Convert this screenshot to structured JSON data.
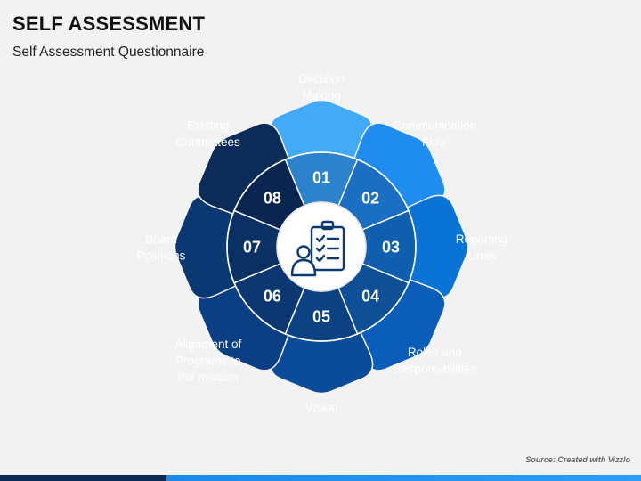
{
  "header": {
    "title": "SELF ASSESSMENT",
    "subtitle": "Self Assessment Questionnaire"
  },
  "footer": {
    "source": "Source: Created with Vizzlo"
  },
  "center": {
    "icon": "clipboard-person-icon"
  },
  "items": [
    {
      "number": "01",
      "label_lines": [
        "Decision",
        "Making"
      ],
      "color": "#42aaf7",
      "segment_color": "#2c83cc"
    },
    {
      "number": "02",
      "label_lines": [
        "Communication",
        "Flow"
      ],
      "color": "#1f8cf0",
      "segment_color": "#1b6fc2"
    },
    {
      "number": "03",
      "label_lines": [
        "Reporting",
        "Lines"
      ],
      "color": "#0a74d6",
      "segment_color": "#105fae"
    },
    {
      "number": "04",
      "label_lines": [
        "Roles and",
        "Responsibilities"
      ],
      "color": "#0a5db8",
      "segment_color": "#0e4f96"
    },
    {
      "number": "05",
      "label_lines": [
        "Vision"
      ],
      "color": "#0a4c9a",
      "segment_color": "#0c4282"
    },
    {
      "number": "06",
      "label_lines": [
        "Alignment of",
        "Programs to",
        "the mission"
      ],
      "color": "#0b3f83",
      "segment_color": "#0c3771"
    },
    {
      "number": "07",
      "label_lines": [
        "Board",
        "Positions"
      ],
      "color": "#0a3873",
      "segment_color": "#0b3064"
    },
    {
      "number": "08",
      "label_lines": [
        "Existing",
        "Committees"
      ],
      "color": "#0b2b58",
      "segment_color": "#0a2650"
    }
  ]
}
